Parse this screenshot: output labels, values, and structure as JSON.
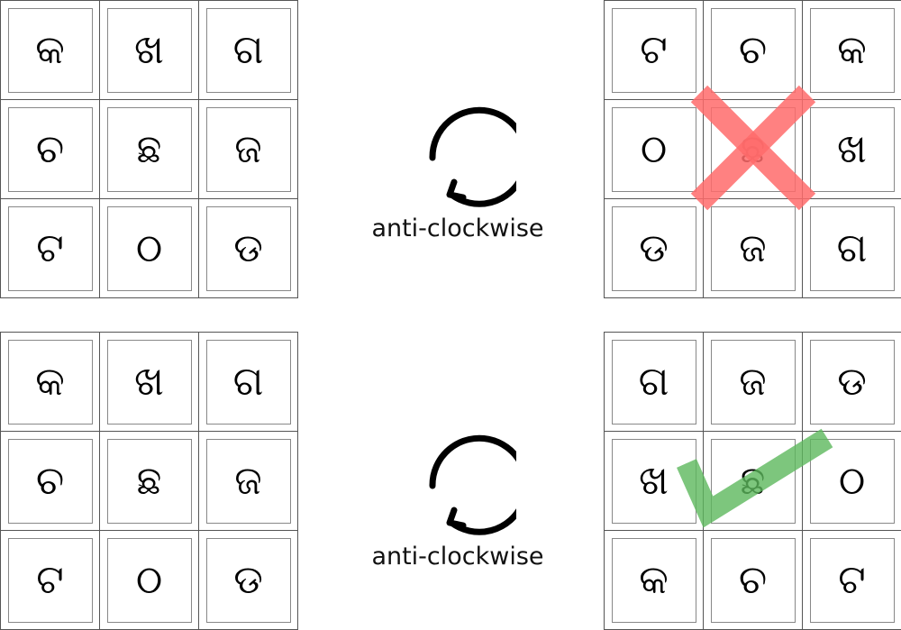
{
  "panels": [
    {
      "id": "top",
      "source": [
        "କ",
        "ଖ",
        "ଗ",
        "ଚ",
        "ଛ",
        "ଜ",
        "ଟ",
        "ଠ",
        "ଡ"
      ],
      "result": [
        "ଟ",
        "ଚ",
        "କ",
        "ଠ",
        "ଛ",
        "ଖ",
        "ଡ",
        "ଜ",
        "ଗ"
      ],
      "rotation_label": "anti-clockwise",
      "verdict": "cross",
      "verdict_color": "#ff6b6b"
    },
    {
      "id": "bottom",
      "source": [
        "କ",
        "ଖ",
        "ଗ",
        "ଚ",
        "ଛ",
        "ଜ",
        "ଟ",
        "ଠ",
        "ଡ"
      ],
      "result": [
        "ଗ",
        "ଜ",
        "ଡ",
        "ଖ",
        "ଛ",
        "ଠ",
        "କ",
        "ଚ",
        "ଟ"
      ],
      "rotation_label": "anti-clockwise",
      "verdict": "check",
      "verdict_color": "#5cb85c"
    }
  ],
  "icons": {
    "rotation": "anticlockwise-arrow-icon",
    "wrong": "cross-mark-icon",
    "right": "check-mark-icon"
  }
}
